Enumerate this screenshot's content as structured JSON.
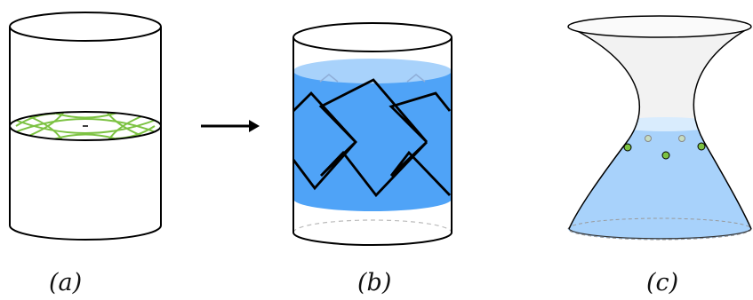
{
  "captions": {
    "a": "(a)",
    "b": "(b)",
    "c": "(c)"
  },
  "colors": {
    "outline": "#000000",
    "tiling": "#7cc242",
    "fill_dark": "#4fa3f7",
    "fill_light": "#a8d2fb",
    "fill_pale": "#d9ecfd",
    "dashed": "#bbbbbb",
    "dot": "#7cc242"
  }
}
